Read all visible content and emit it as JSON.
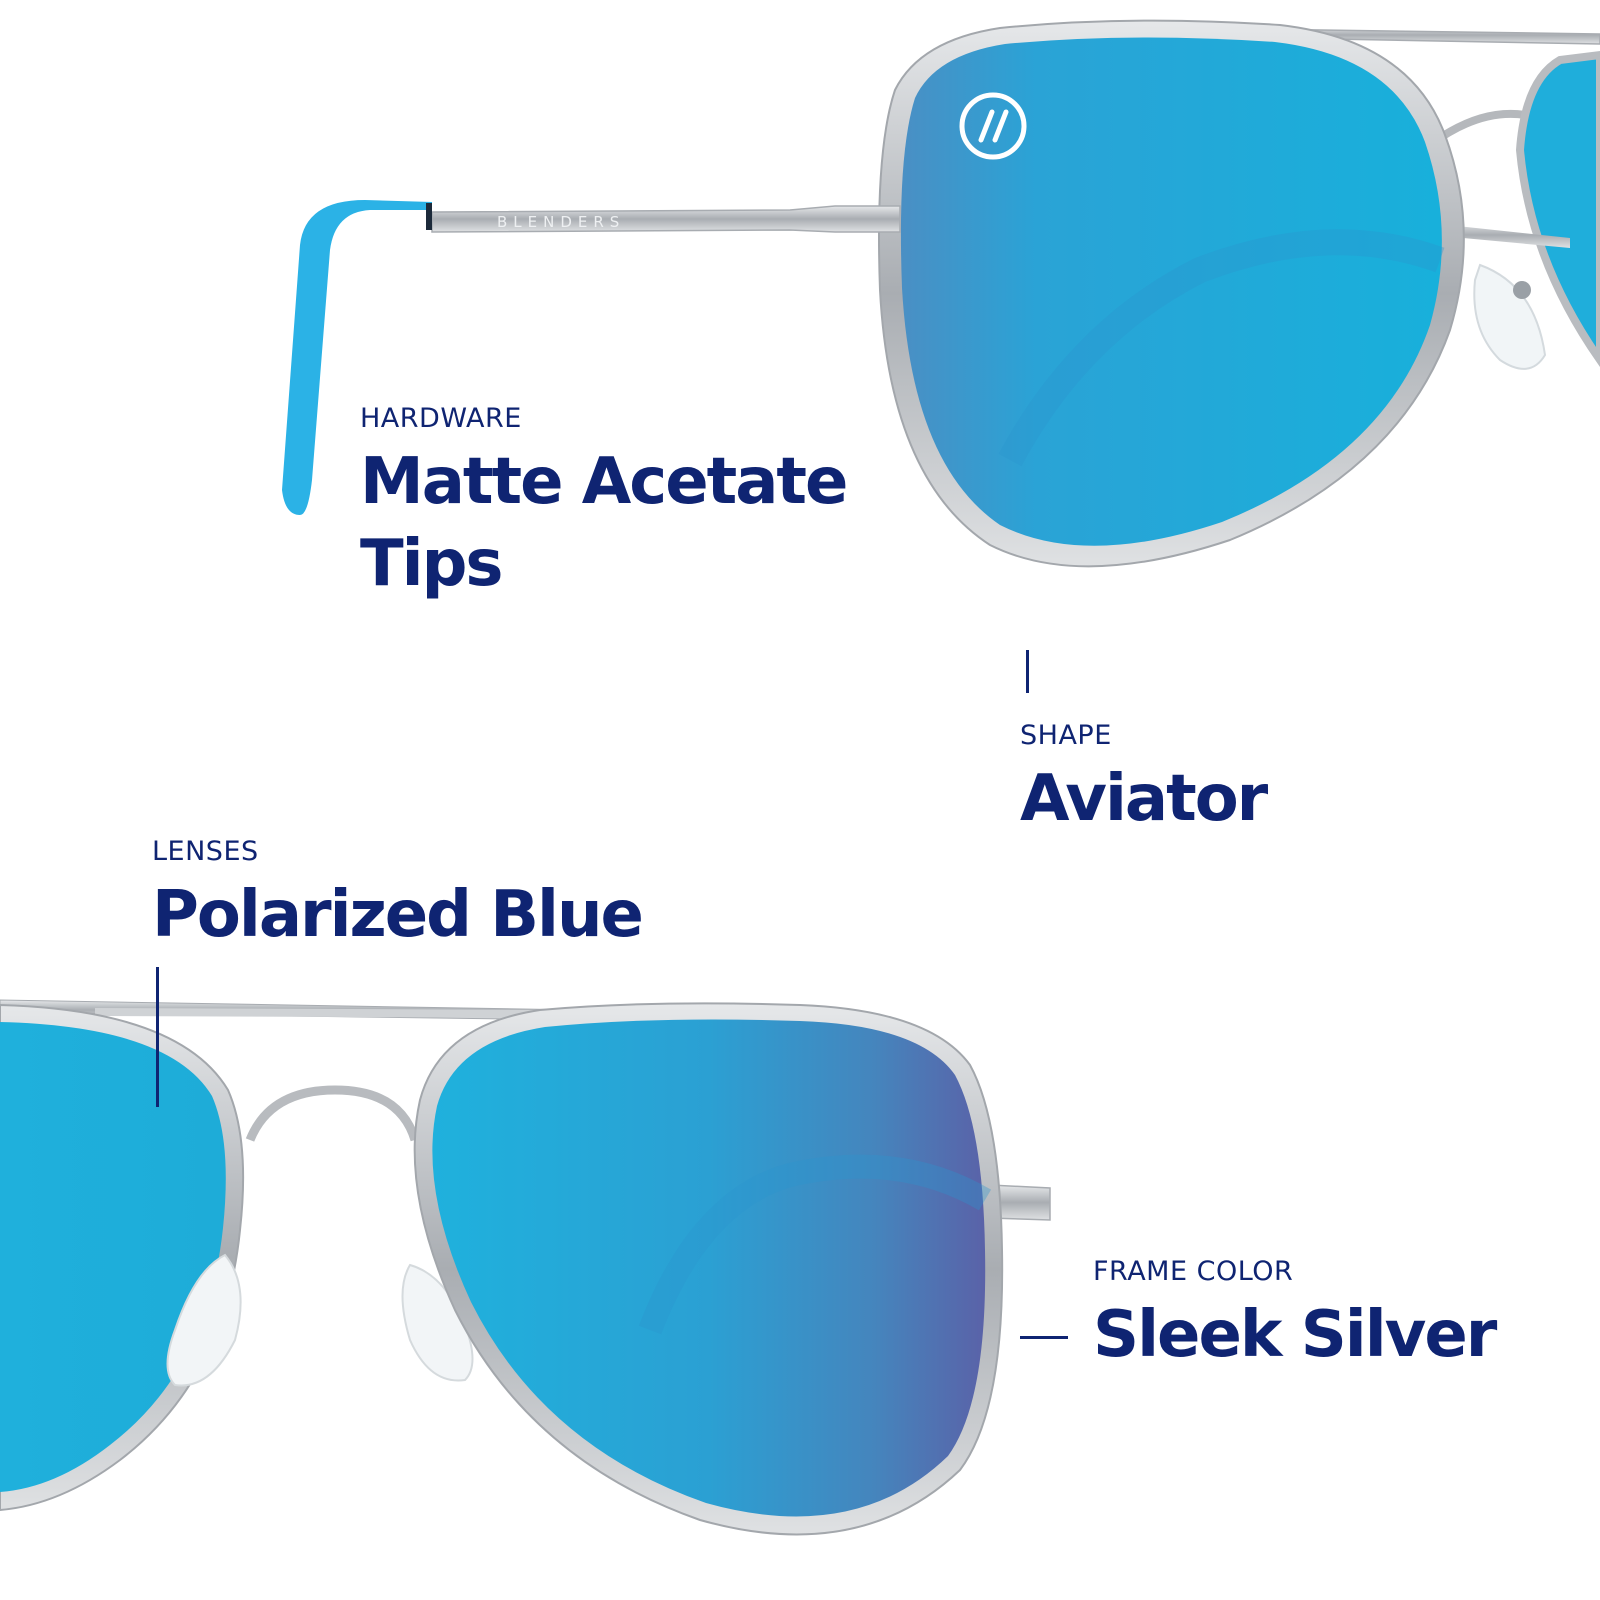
{
  "brand": {
    "temple_text": "BLENDERS",
    "logo_mark": "//"
  },
  "specs": {
    "hardware": {
      "label": "HARDWARE",
      "value_line1": "Matte Acetate",
      "value_line2": "Tips"
    },
    "shape": {
      "label": "SHAPE",
      "value": "Aviator"
    },
    "lenses": {
      "label": "LENSES",
      "value": "Polarized Blue"
    },
    "frame_color": {
      "label": "FRAME COLOR",
      "value": "Sleek Silver"
    }
  },
  "colors": {
    "text_navy": "#0f2472",
    "lens_cyan": "#1eaedc",
    "lens_violet": "#5a62a8",
    "frame_silver": "#b9bcc0",
    "tip_blue": "#2bb2e6"
  },
  "icons": [
    "blenders-logo-icon",
    "nose-pad-icon"
  ]
}
